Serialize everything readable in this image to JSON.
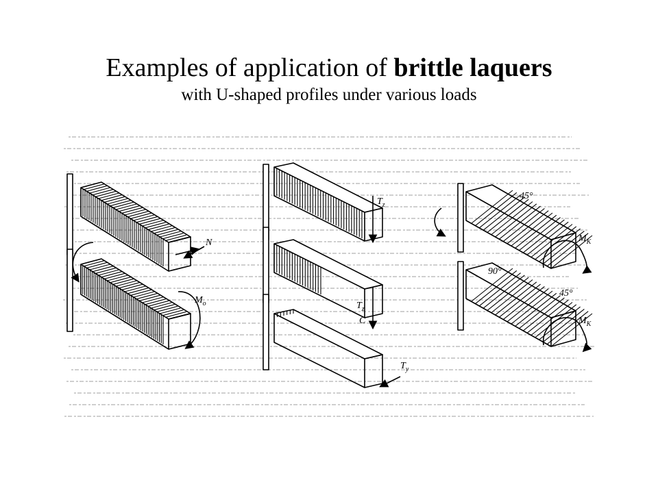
{
  "slide": {
    "title_plain": "Examples of application of ",
    "title_bold": "brittle laquers",
    "subtitle": "with  U-shaped profiles under various loads"
  },
  "figure": {
    "labels": {
      "n": "N",
      "mo": "M",
      "mo_sub": "o",
      "tz1": "T",
      "tz1_sub": "z",
      "tz2": "T",
      "tz2_sub": "z",
      "c": "C",
      "ty": "T",
      "ty_sub": "y",
      "mk1": "M",
      "mk1_sub": "K",
      "mk2": "M",
      "mk2_sub": "K",
      "angle1": "45°",
      "angle2": "45°",
      "angle3": "90°"
    }
  },
  "colors": {
    "background": "#ffffff",
    "ink": "#000000",
    "noise": "#bdbdbd"
  }
}
